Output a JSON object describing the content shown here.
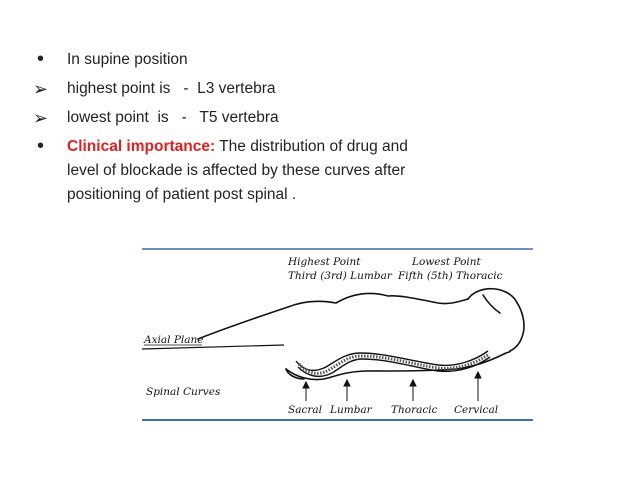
{
  "bullets": [
    {
      "marker": "dot",
      "text": "In supine position"
    },
    {
      "marker": "arrow",
      "text": "highest point is   -  L3 vertebra"
    },
    {
      "marker": "arrow",
      "text": "lowest point  is   -   T5 vertebra"
    },
    {
      "marker": "dot",
      "highlight": "Clinical importance:",
      "text": " The distribution of drug and level of blockade is  affected by these curves after positioning of patient  post spinal ."
    }
  ],
  "figure": {
    "highest_point": "Highest Point",
    "highest_point_level": "Third (3rd) Lumbar",
    "lowest_point": "Lowest  Point",
    "lowest_point_level": "Fifth (5th) Thoracic",
    "axial_plane": "Axial Plane",
    "spinal_curves": "Spinal Curves",
    "sacral": "Sacral",
    "lumbar": "Lumbar",
    "thoracic": "Thoracic",
    "cervical": "Cervical"
  },
  "colors": {
    "highlight": "#e0201f",
    "rule": "#3a6fb0"
  }
}
